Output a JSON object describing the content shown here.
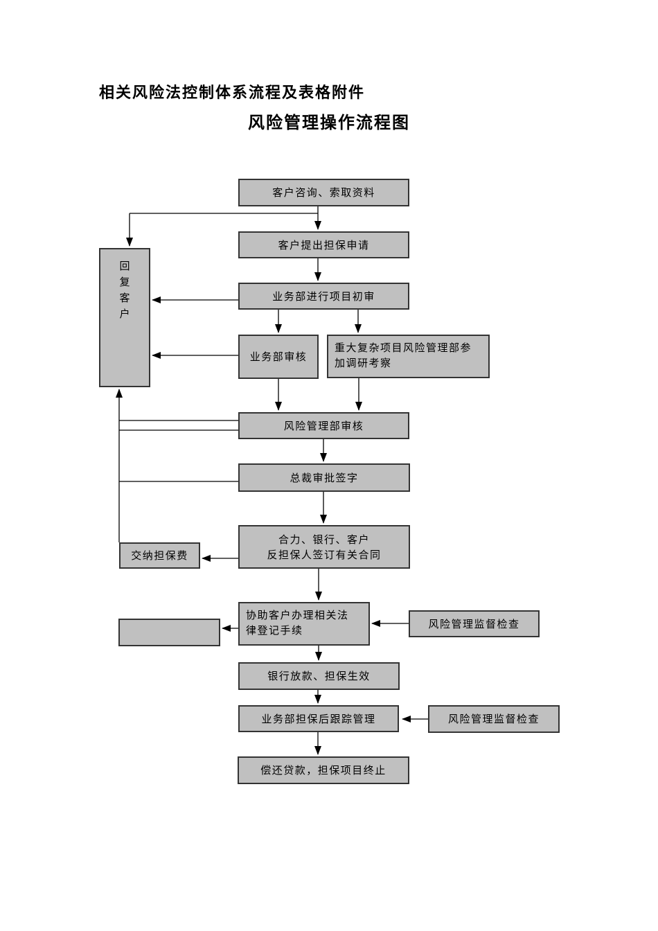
{
  "document": {
    "title": "相关风险法控制体系流程及表格附件",
    "subtitle": "风险管理操作流程图"
  },
  "flowchart": {
    "nodes": {
      "consult": {
        "label": "客户咨询、索取资料"
      },
      "apply": {
        "label": "客户提出担保申请"
      },
      "initial_review": {
        "label": "业务部进行项目初审"
      },
      "reply_customer": {
        "label": "回复客户"
      },
      "biz_review": {
        "label": "业务部审核"
      },
      "major_project": {
        "lines": [
          "重大复杂项目风险管理部参",
          "加调研考察"
        ]
      },
      "risk_review": {
        "label": "风险管理部审核"
      },
      "ceo_sign": {
        "label": "总裁审批签字"
      },
      "sign_contract": {
        "lines": [
          "合力、银行、客户",
          "反担保人签订有关合同"
        ]
      },
      "pay_fee": {
        "label": "交纳担保费"
      },
      "assist_legal": {
        "lines": [
          "协助客户办理相关法",
          "律登记手续"
        ]
      },
      "unlabeled_box": {
        "label": ""
      },
      "supervision_1": {
        "label": "风险管理监督检查"
      },
      "bank_loan": {
        "label": "银行放款、担保生效"
      },
      "post_tracking": {
        "label": "业务部担保后跟踪管理"
      },
      "supervision_2": {
        "label": "风险管理监督检查"
      },
      "terminate": {
        "label": "偿还贷款，担保项目终止"
      }
    },
    "colors": {
      "node_fill": "#c0c0c0",
      "node_border": "#333333",
      "line": "#000000"
    }
  }
}
